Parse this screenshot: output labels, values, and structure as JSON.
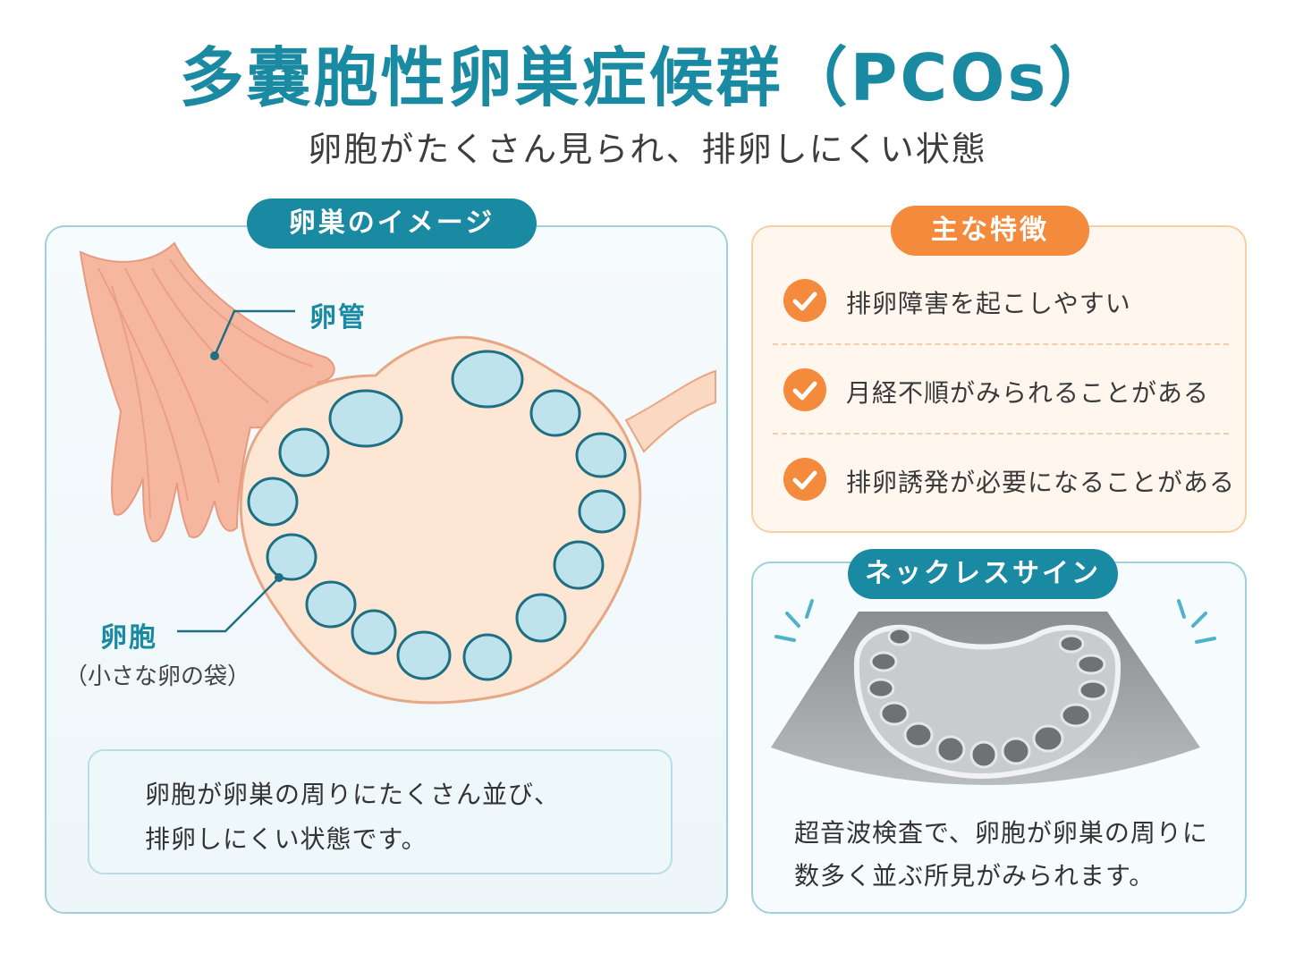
{
  "header": {
    "title": "多嚢胞性卵巣症候群（PCOs）",
    "subtitle": "卵胞がたくさん見られ、排卵しにくい状態"
  },
  "ovary_panel": {
    "heading": "卵巣のイメージ",
    "label_tube": "卵管",
    "label_follicle": "卵胞",
    "label_follicle_note": "（小さな卵の袋）",
    "note_lines": [
      "卵胞が卵巣の周りにたくさん並び、",
      "排卵しにくい状態です。"
    ]
  },
  "features_panel": {
    "heading": "主な特徴",
    "items": [
      "排卵障害を起こしやすい",
      "月経不順がみられることがある",
      "排卵誘発が必要になることがある"
    ]
  },
  "necklace_panel": {
    "heading": "ネックレスサイン",
    "text_lines": [
      "超音波検査で、卵胞が卵巣の周りに",
      "数多く並ぶ所見がみられます。"
    ]
  },
  "colors": {
    "teal": "#1a8aa3",
    "orange": "#f38a3c",
    "ovary_fill": "#fde6d4",
    "follicle_fill": "#bfe3ec"
  },
  "icons": [
    "check-icon",
    "ultrasound-sparkle-icon"
  ]
}
